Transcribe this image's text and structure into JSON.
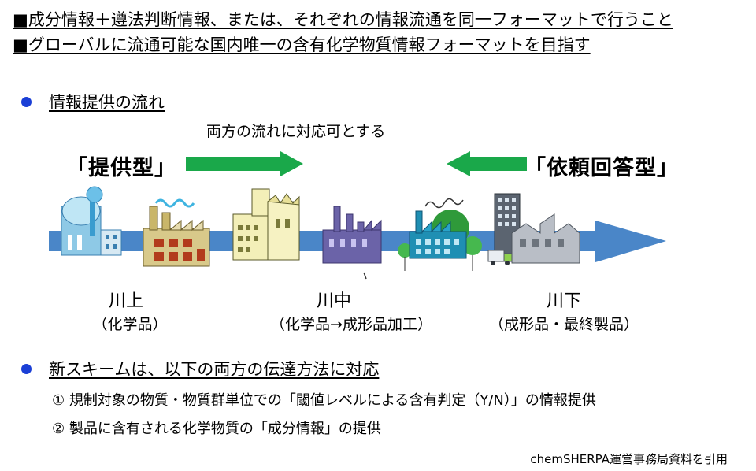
{
  "headlines": [
    "■成分情報＋遵法判断情報、または、それぞれの情報流通を同一フォーマットで行うこと",
    "■グローバルに流通可能な国内唯一の含有化学物質情報フォーマットを目指す"
  ],
  "section1": {
    "heading": "情報提供の流れ",
    "caption": "両方の流れに対応可とする",
    "left_type": "「提供型」",
    "right_type": "「依頼回答型」"
  },
  "stages": [
    {
      "label": "川上",
      "sub": "（化学品）"
    },
    {
      "label": "川中",
      "sub": "（化学品→成形品加工）"
    },
    {
      "label": "川下",
      "sub": "（成形品・最終製品）"
    }
  ],
  "section2": {
    "heading": "新スキームは、以下の両方の伝達方法に対応",
    "items": [
      "①  規制対象の物質・物質群単位での「閾値レベルによる含有判定（Y/N）」の情報提供",
      "②  製品に含有される化学物質の「成分情報」の提供"
    ]
  },
  "credit": "chemSHERPA運営事務局資料を引用",
  "colors": {
    "bullet": "#1b3fd6",
    "green_arrow": "#1aa84a",
    "flow_arrow": "#4a86c8"
  }
}
